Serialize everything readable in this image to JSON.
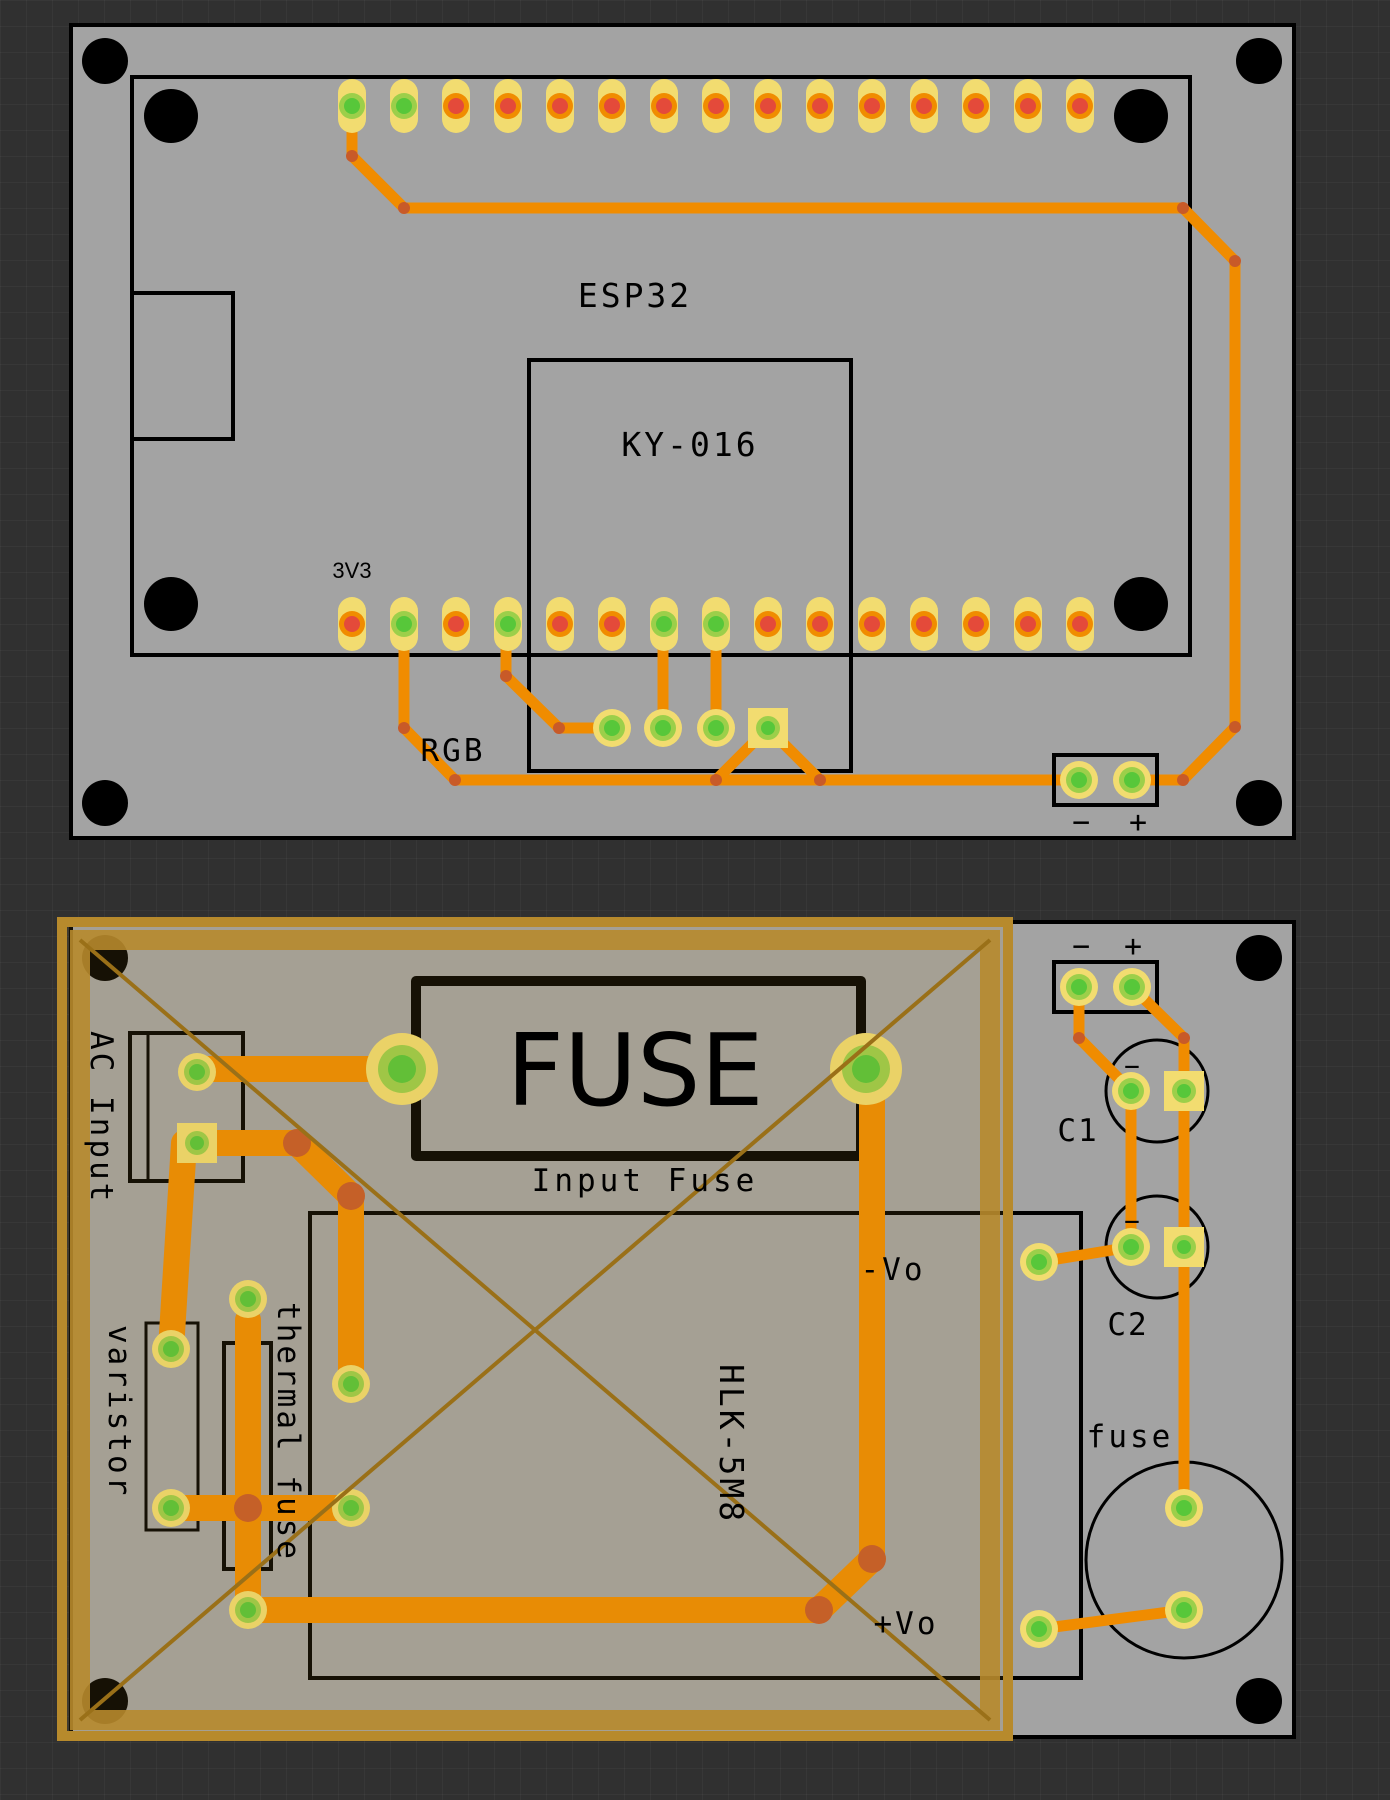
{
  "colors": {
    "background": "#303030",
    "board": "#a3a3a3",
    "trace": "#f08c00",
    "silkscreen": "#000000",
    "pad_ring": "#f2dc70",
    "pad_ok": "#57c73a",
    "pad_unconnected": "#e44a3a",
    "keepout": "#b78a2c"
  },
  "top_board": {
    "module_label": "ESP32",
    "sensor_label": "KY-016",
    "pin_label": "3V3",
    "rgb_label": "RGB",
    "power_header": {
      "minus": "−",
      "plus": "+"
    }
  },
  "bottom_board": {
    "fuse_big_label": "FUSE",
    "fuse_caption": "Input Fuse",
    "ac_input_label": "AC Input",
    "varistor_label": "varistor",
    "thermal_fuse_label": "thermal fuse",
    "module_label": "HLK-5M8",
    "vo_minus_label": "-Vo",
    "vo_plus_label": "+Vo",
    "c1_label": "C1",
    "c2_label": "C2",
    "fuse_small_label": "fuse",
    "power_header": {
      "minus": "−",
      "plus": "+"
    }
  }
}
